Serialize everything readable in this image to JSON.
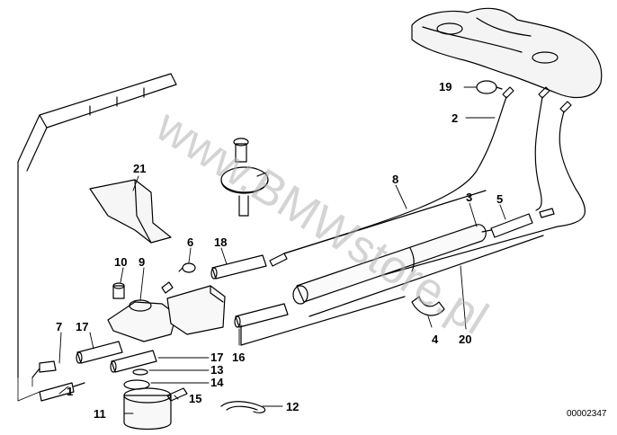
{
  "diagram": {
    "part_numbers": {
      "p1": "1",
      "p2": "2",
      "p3": "3",
      "p4": "4",
      "p5": "5",
      "p6": "6",
      "p7": "7",
      "p8": "8",
      "p9": "9",
      "p10": "10",
      "p11": "11",
      "p12": "12",
      "p13": "13",
      "p14": "14",
      "p15": "15",
      "p16": "16",
      "p17a": "17",
      "p17b": "17",
      "p18": "18",
      "p19": "19",
      "p20": "20",
      "p21": "21"
    },
    "reference_number": "00002347",
    "watermark": "www.BMWstore.pl"
  },
  "colors": {
    "line": "#000000",
    "watermark": "#b0b0b0",
    "background": "#ffffff"
  }
}
